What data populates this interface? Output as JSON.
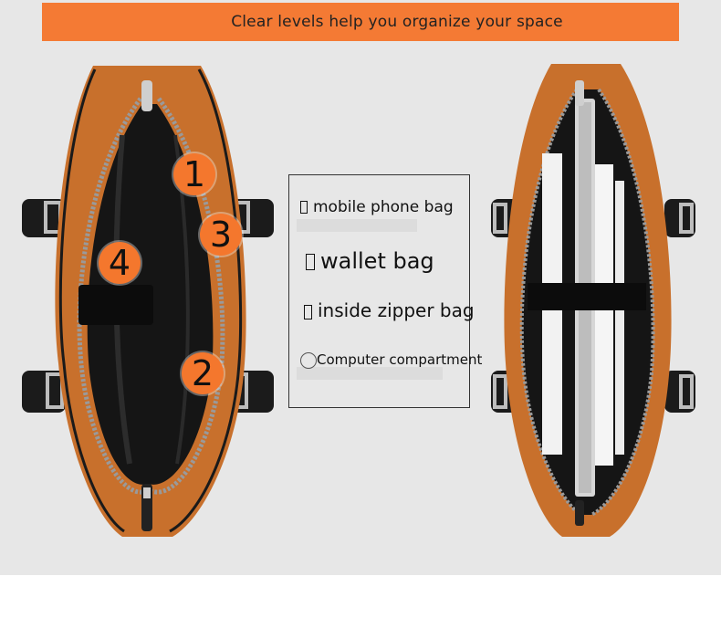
{
  "banner": {
    "text": "Clear levels help you organize your space",
    "color": "#f47a34"
  },
  "badges": {
    "one": "1",
    "two": "2",
    "three": "3",
    "four": "4"
  },
  "legend": {
    "items": [
      {
        "glyph": "",
        "label": "mobile phone bag"
      },
      {
        "glyph": "",
        "label": "wallet bag"
      },
      {
        "glyph": "",
        "label": "inside zipper bag"
      },
      {
        "glyph": "",
        "label": "Computer compartment"
      }
    ]
  },
  "colors": {
    "leather_orange": "#c8702c",
    "lining_black": "#151515",
    "background": "#e7e7e7"
  }
}
